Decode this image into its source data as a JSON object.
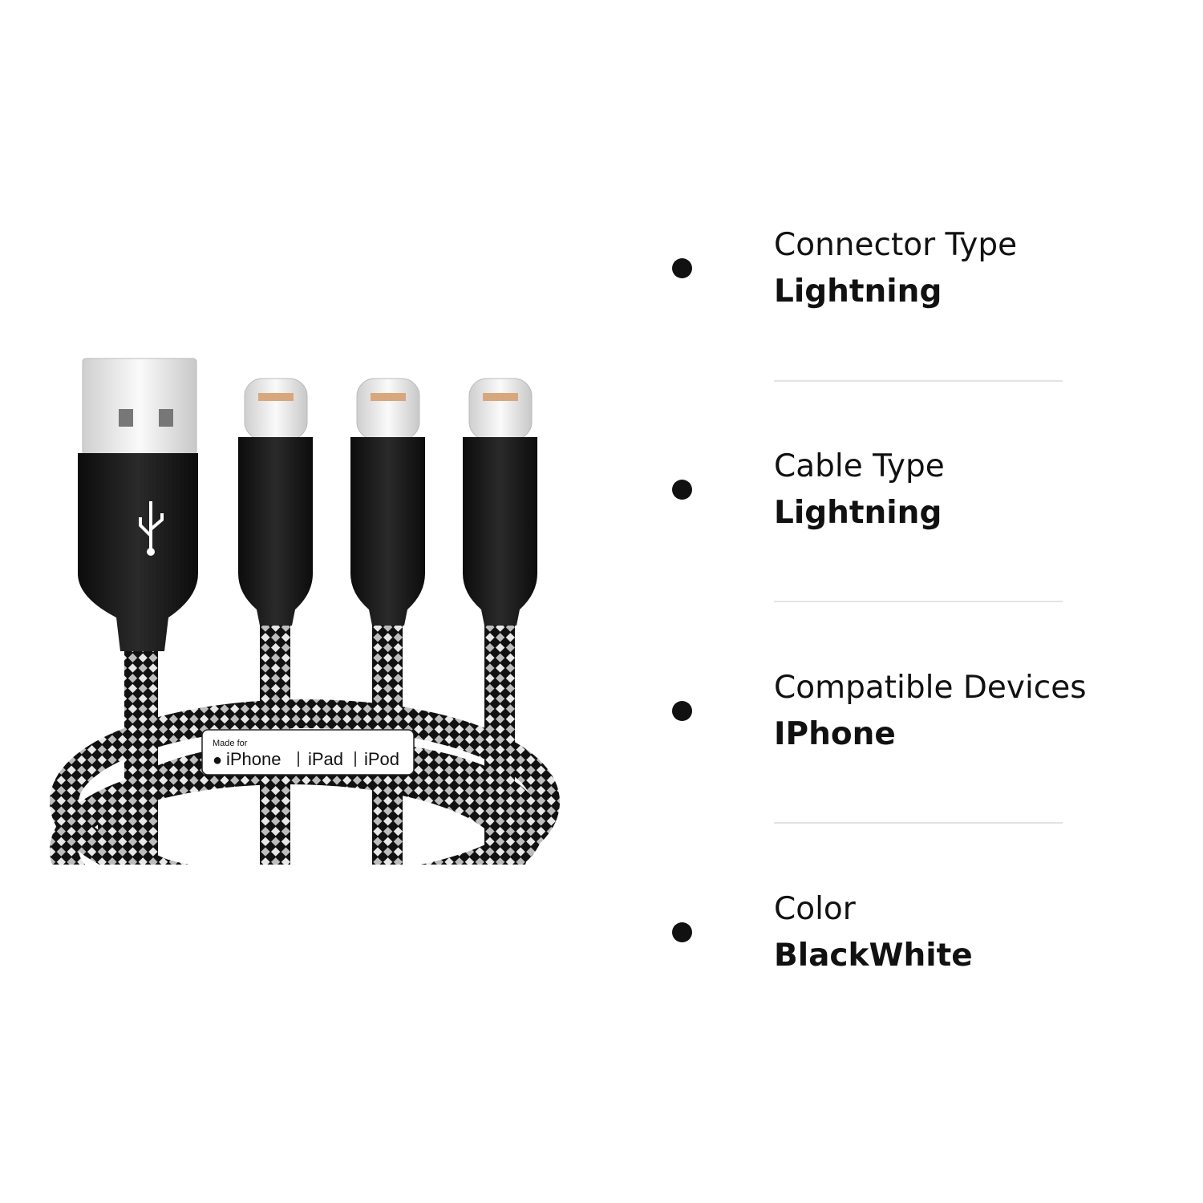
{
  "badge": {
    "made_for": "Made for",
    "devices": [
      "iPhone",
      "iPad",
      "iPod"
    ]
  },
  "specs": [
    {
      "label": "Connector Type",
      "value": "Lightning"
    },
    {
      "label": "Cable Type",
      "value": "Lightning"
    },
    {
      "label": "Compatible Devices",
      "value": "IPhone"
    },
    {
      "label": "Color",
      "value": "BlackWhite"
    }
  ]
}
